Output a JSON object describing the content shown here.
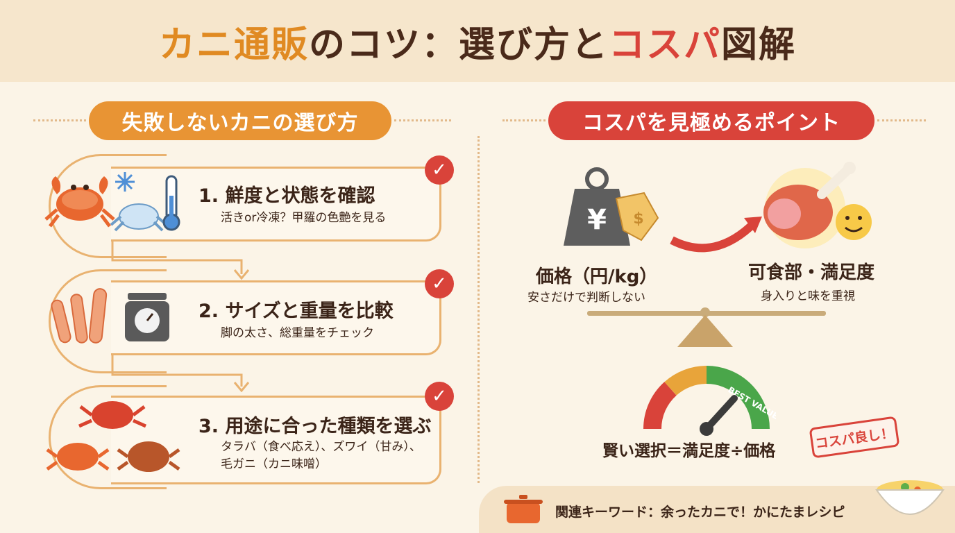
{
  "header": {
    "title_part1": "カニ通販",
    "title_part2": "のコツ：選び方と",
    "title_part3": "コスパ",
    "title_part4": "図解"
  },
  "left": {
    "heading": "失敗しないカニの選び方",
    "steps": [
      {
        "title": "1. 鮮度と状態を確認",
        "sub": "活きor冷凍？甲羅の色艶を見る"
      },
      {
        "title": "2. サイズと重量を比較",
        "sub": "脚の太さ、総重量をチェック"
      },
      {
        "title": "3. 用途に合った種類を選ぶ",
        "sub": "タラバ（食べ応え）、ズワイ（甘み）、\n毛ガニ（カニ味噌）"
      }
    ]
  },
  "right": {
    "heading": "コスパを見極めるポイント",
    "price_label": "価格（円/kg）",
    "price_sub": "安さだけで判断しない",
    "edible_label": "可食部・満足度",
    "edible_sub": "身入りと味を重視",
    "gauge_text": "BEST VALUE",
    "formula": "賢い選択＝満足度÷価格",
    "stamp": "コスパ良し！"
  },
  "footer": {
    "text": "関連キーワード：余ったカニで！かにたまレシピ"
  },
  "colors": {
    "accent_orange": "#e89434",
    "accent_red": "#d9433a",
    "background": "#fbf4e7"
  },
  "icons": [
    "crab-icon",
    "snowflake-icon",
    "thermometer-icon",
    "crab-legs-icon",
    "scale-icon",
    "weight-icon",
    "yen-icon",
    "price-tag-icon",
    "meat-icon",
    "smile-icon",
    "balance-icon",
    "gauge-icon",
    "pot-icon",
    "bowl-icon",
    "check-icon"
  ]
}
